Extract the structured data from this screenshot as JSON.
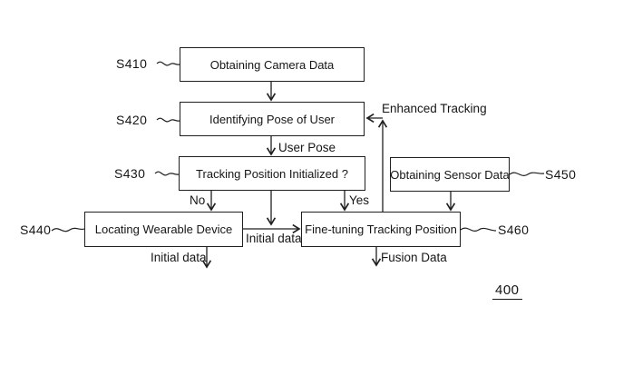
{
  "figure": {
    "number": "400",
    "ink_color": "#1f1f1f",
    "background_color": "#ffffff"
  },
  "nodes": [
    {
      "step": "S410",
      "label": "Obtaining Camera Data"
    },
    {
      "step": "S420",
      "label": "Identifying Pose of User"
    },
    {
      "step": "S430",
      "label": "Tracking Position Initialized ?"
    },
    {
      "step": "S440",
      "label": "Locating Wearable Device"
    },
    {
      "step": "S450",
      "label": "Obtaining Sensor Data"
    },
    {
      "step": "S460",
      "label": "Fine-tuning Tracking Position"
    }
  ],
  "edge_labels": {
    "user_pose": "User Pose",
    "enhanced_tracking": "Enhanced Tracking",
    "no": "No",
    "yes": "Yes",
    "initial_data_junction": "Initial data",
    "initial_data_output": "Initial data",
    "fusion_data": "Fusion Data"
  }
}
